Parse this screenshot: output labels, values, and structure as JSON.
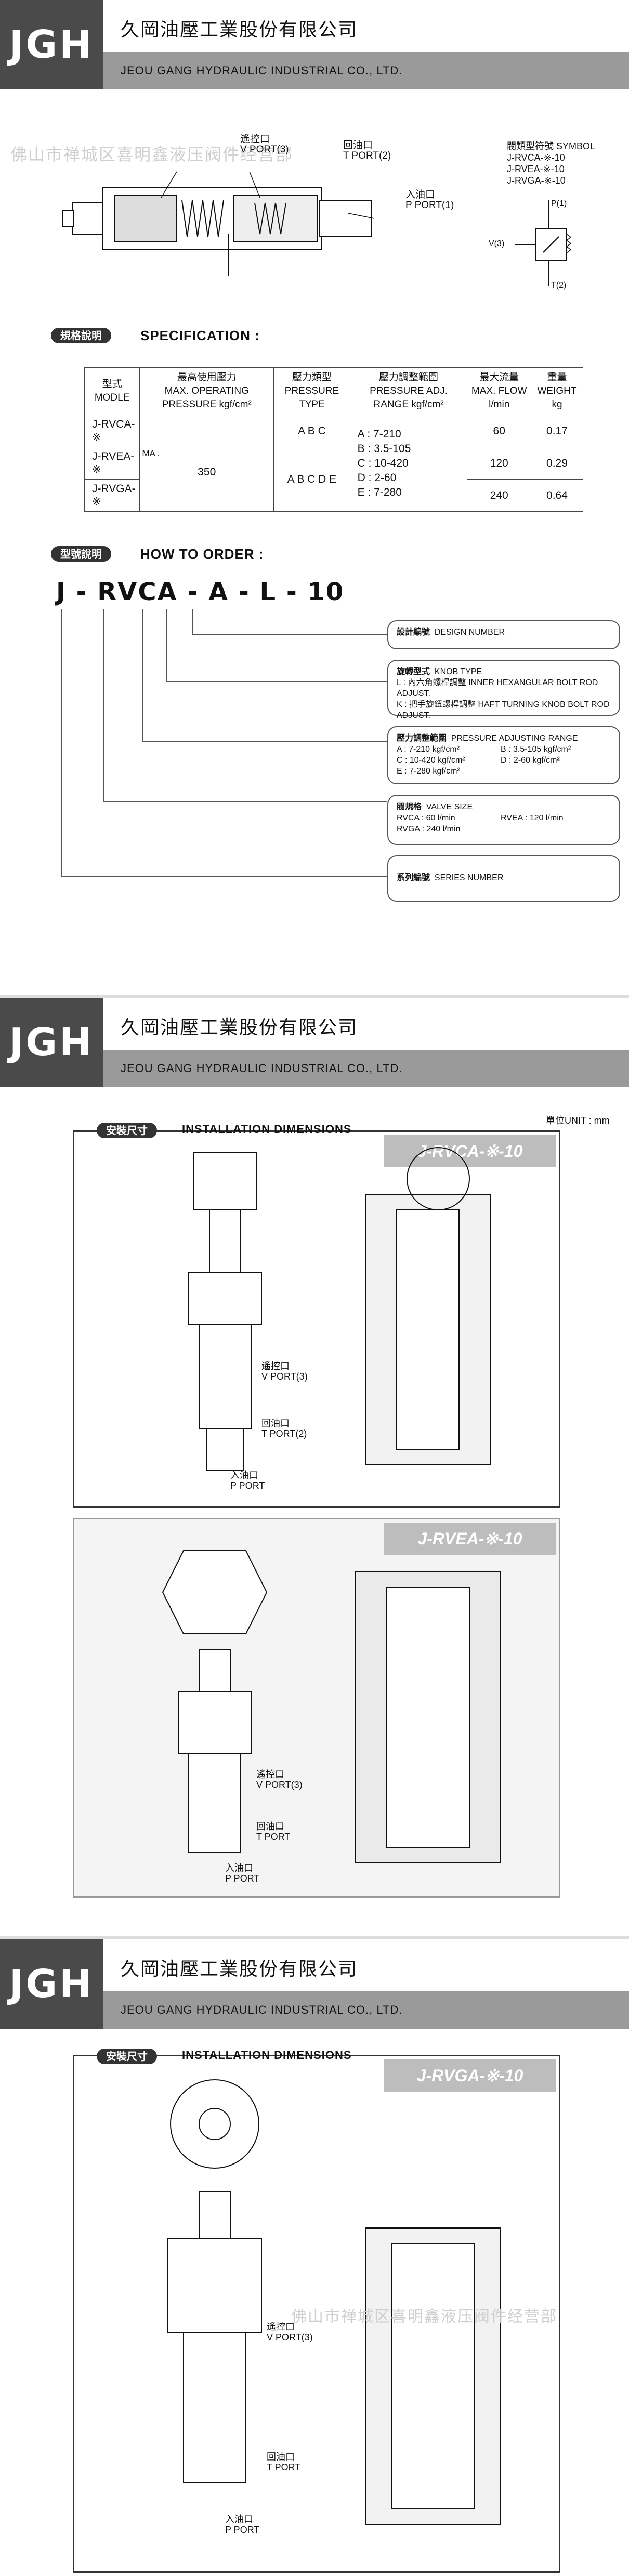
{
  "company": {
    "cn": "久岡油壓工業股份有限公司",
    "en": "JEOU GANG HYDRAULIC INDUSTRIAL CO., LTD.",
    "logo": "JGH"
  },
  "watermark": "佛山市禅城区喜明鑫液压阀件经营部",
  "diagram": {
    "v_port": "遙控口",
    "v_port_en": "V PORT(3)",
    "t_port": "回油口",
    "t_port_en": "T PORT(2)",
    "p_port": "入油口",
    "p_port_en": "P PORT(1)"
  },
  "symbol": {
    "title": "閥類型符號 SYMBOL",
    "items": [
      "J-RVCA-※-10",
      "J-RVEA-※-10",
      "J-RVGA-※-10"
    ],
    "p": "P(1)",
    "v": "V(3)",
    "t": "T(2)"
  },
  "spec": {
    "tag": "規格說明",
    "title": "SPECIFICATION :",
    "headers": [
      {
        "cn": "型式",
        "en": "MODLE"
      },
      {
        "cn": "最高使用壓力",
        "en": "MAX. OPERATING PRESSURE kgf/cm²"
      },
      {
        "cn": "壓力類型",
        "en": "PRESSURE TYPE"
      },
      {
        "cn": "壓力調整範圍",
        "en": "PRESSURE ADJ. RANGE kgf/cm²"
      },
      {
        "cn": "最大流量",
        "en": "MAX. FLOW l/min"
      },
      {
        "cn": "重量",
        "en": "WEIGHT kg"
      }
    ],
    "ma": "MA .",
    "rows": [
      {
        "model": "J-RVCA-※",
        "flow": "60",
        "weight": "0.17"
      },
      {
        "model": "J-RVEA-※",
        "flow": "120",
        "weight": "0.29"
      },
      {
        "model": "J-RVGA-※",
        "flow": "240",
        "weight": "0.64"
      }
    ],
    "pressure": "350",
    "type_abc": "A B C",
    "type_abcde": "A B C D E",
    "ranges": [
      "A : 7-210",
      "B : 3.5-105",
      "C : 10-420",
      "D : 2-60",
      "E : 7-280"
    ]
  },
  "order": {
    "tag": "型號說明",
    "title": "HOW TO ORDER :",
    "code": "J - RVCA - A - L - 10",
    "design": {
      "cn": "設計編號",
      "en": "DESIGN NUMBER"
    },
    "knob": {
      "cn": "旋轉型式",
      "en": "KNOB TYPE",
      "l": "L : 內六角螺桿調整  INNER HEXANGULAR BOLT ROD ADJUST.",
      "k": "K : 把手旋鈕螺桿調整  HAFT TURNING KNOB BOLT ROD ADJUST."
    },
    "range": {
      "cn": "壓力調整範圍",
      "en": "PRESSURE ADJUSTING RANGE",
      "a": "A : 7-210 kgf/cm²",
      "b": "B : 3.5-105 kgf/cm²",
      "c": "C : 10-420 kgf/cm²",
      "d": "D : 2-60 kgf/cm²",
      "e": "E : 7-280 kgf/cm²"
    },
    "size": {
      "cn": "閥規格",
      "en": "VALVE SIZE",
      "rvca": "RVCA : 60 l/min",
      "rvea": "RVEA : 120 l/min",
      "rvga": "RVGA : 240 l/min"
    },
    "series": {
      "cn": "系列編號",
      "en": "SERIES NUMBER"
    }
  },
  "install": {
    "tag": "安裝尺寸",
    "title": "INSTALLATION DIMENSIONS",
    "unit": "單位UNIT : mm",
    "rvca": "J-RVCA-※-10",
    "rvea": "J-RVEA-※-10",
    "rvga": "J-RVGA-※-10"
  }
}
